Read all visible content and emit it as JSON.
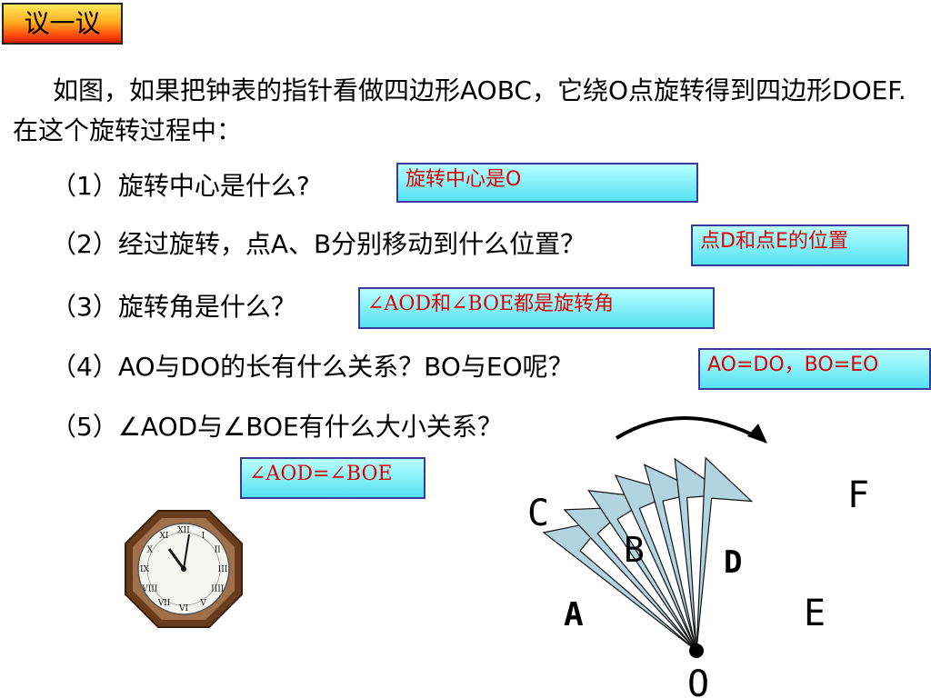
{
  "badge": "议一议",
  "intro": "如图，如果把钟表的指针看做四边形AOBC，它绕O点旋转得到四边形DOEF. 在这个旋转过程中：",
  "questions": [
    "（1）旋转中心是什么?",
    "（2）经过旋转，点A、B分别移动到什么位置？",
    "（3）旋转角是什么？",
    "（4）AO与DO的长有什么关系？BO与EO呢？",
    "（5）∠AOD与∠BOE有什么大小关系？"
  ],
  "answers": [
    "旋转中心是O",
    "点D和点E的位置",
    "∠AOD和∠BOE都是旋转角",
    "AO=DO，BO=EO",
    "∠AOD=∠BOE"
  ],
  "clock_numerals": [
    "XII",
    "I",
    "II",
    "III",
    "IIII",
    "V",
    "VI",
    "VII",
    "VIII",
    "IX",
    "X",
    "XI"
  ],
  "diagram_labels": {
    "C": "C",
    "B": "B",
    "A": "A",
    "D": "D",
    "F": "F",
    "E": "E",
    "O": "O"
  },
  "colors": {
    "answer_text": "#e00000",
    "answer_fill": "#7ef0fa",
    "fan_fill": "#b2d3e0",
    "badge_fill": "#ff7a10"
  }
}
